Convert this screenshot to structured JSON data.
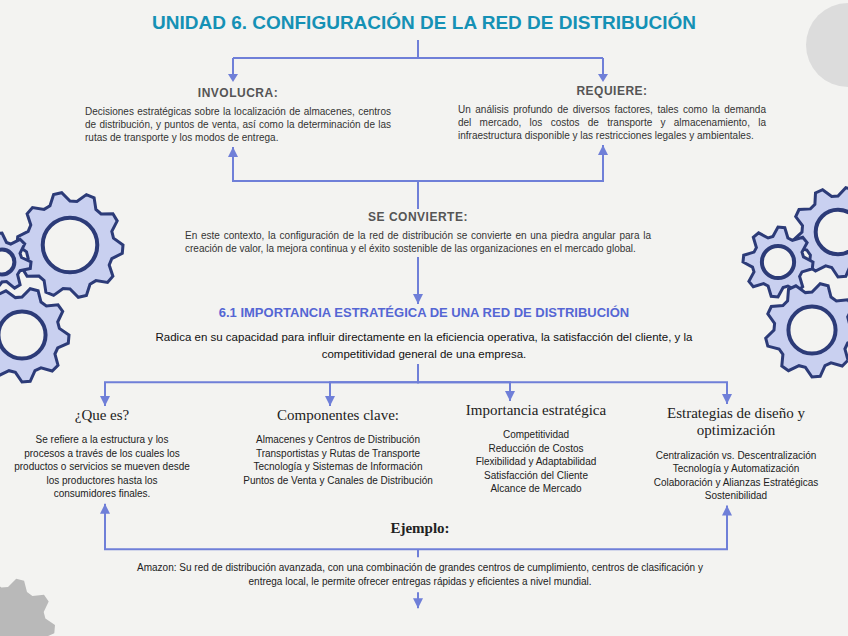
{
  "diagram": {
    "title": "UNIDAD 6. CONFIGURACIÓN DE LA RED DE DISTRIBUCIÓN",
    "nodes": [
      {
        "text": [
          "INVOLUCRA:",
          "Decisiones estratégicas sobre la localización de almacenes, centros de distribución, y puntos de venta, así como la determinación de las rutas de transporte y los modos de entrega."
        ]
      },
      {
        "text": [
          "REQUIERE:",
          "Un análisis profundo de diversos factores, tales como la demanda del mercado, los costos de transporte y almacenamiento, la infraestructura disponible y las restricciones legales y ambientales."
        ]
      },
      {
        "text": [
          "SE CONVIERTE:",
          "En este contexto, la configuración de la red de distribución se convierte en una piedra angular para la creación de valor, la mejora continua y el éxito sostenible de las organizaciones en el mercado global."
        ]
      },
      {
        "text": [
          "6.1 IMPORTANCIA ESTRATÉGICA DE UNA RED DE DISTRIBUCIÓN",
          "Radica en su capacidad para influir directamente en la eficiencia operativa, la satisfacción del cliente, y la competitividad general de una empresa."
        ]
      },
      {
        "text": [
          "¿Que es?",
          "Se refiere a la estructura y los procesos a través de los cuales los productos o servicios se mueven desde los productores hasta los consumidores finales."
        ]
      },
      {
        "text": [
          "Componentes clave:",
          "Almacenes y Centros de Distribución",
          "Transportistas y Rutas de Transporte",
          "Tecnología y Sistemas de Información",
          "Puntos de Venta y Canales de Distribución"
        ]
      },
      {
        "text": [
          "Importancia estratégica",
          "Competitividad",
          "Reducción de Costos",
          "Flexibilidad y Adaptabilidad",
          "Satisfacción del Cliente",
          "Alcance de Mercado"
        ]
      },
      {
        "text": [
          "Estrategias de diseño y optimización",
          "Centralización vs. Descentralización",
          "Tecnología y Automatización",
          "Colaboración y Alianzas Estratégicas",
          "Sostenibilidad"
        ]
      },
      {
        "text": [
          "Ejemplo:",
          "Amazon: Su red de distribución avanzada, con una combinación de grandes centros de cumplimiento, centros de clasificación y entrega local, le permite ofrecer entregas rápidas y eficientes a nivel mundial."
        ]
      }
    ],
    "edges": [
      {
        "from": 2,
        "to": 0,
        "arrow": "to"
      },
      {
        "from": 2,
        "to": 1,
        "arrow": "to"
      },
      {
        "from": 2,
        "to": 3,
        "arrow": "to"
      },
      {
        "from": 3,
        "to": 4,
        "arrow": "to"
      },
      {
        "from": 3,
        "to": 5,
        "arrow": "to"
      },
      {
        "from": 3,
        "to": 6,
        "arrow": "to"
      },
      {
        "from": 3,
        "to": 7,
        "arrow": "to"
      },
      {
        "from": 8,
        "to": 4,
        "arrow": "to"
      },
      {
        "from": 8,
        "to": 7,
        "arrow": "to"
      }
    ]
  }
}
